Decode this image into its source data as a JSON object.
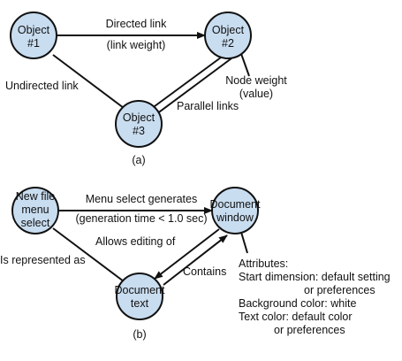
{
  "diagram_a": {
    "nodes": {
      "object1": [
        "Object",
        "#1"
      ],
      "object2": [
        "Object",
        "#2"
      ],
      "object3": [
        "Object",
        "#3"
      ]
    },
    "labels": {
      "directed_link": "Directed link",
      "link_weight": "(link weight)",
      "undirected_link": "Undirected link",
      "node_weight": [
        "Node weight",
        "(value)"
      ],
      "parallel_links": "Parallel links"
    },
    "caption": "(a)"
  },
  "diagram_b": {
    "nodes": {
      "new_file_menu_select": [
        "New file",
        "menu",
        "select"
      ],
      "document_window": [
        "Document",
        "window"
      ],
      "document_text": [
        "Document",
        "text"
      ]
    },
    "labels": {
      "menu_select_generates": "Menu select generates",
      "generation_time": "(generation time < 1.0 sec)",
      "allows_editing_of": "Allows editing of",
      "is_represented_as": "Is represented as",
      "contains": "Contains",
      "attributes": [
        "Attributes:",
        "Start dimension: default setting",
        "or preferences",
        "Background color: white",
        "Text color: default color",
        "or preferences"
      ]
    },
    "caption": "(b)"
  },
  "colors": {
    "node_fill": "#c9ddf0",
    "line": "#111111"
  }
}
